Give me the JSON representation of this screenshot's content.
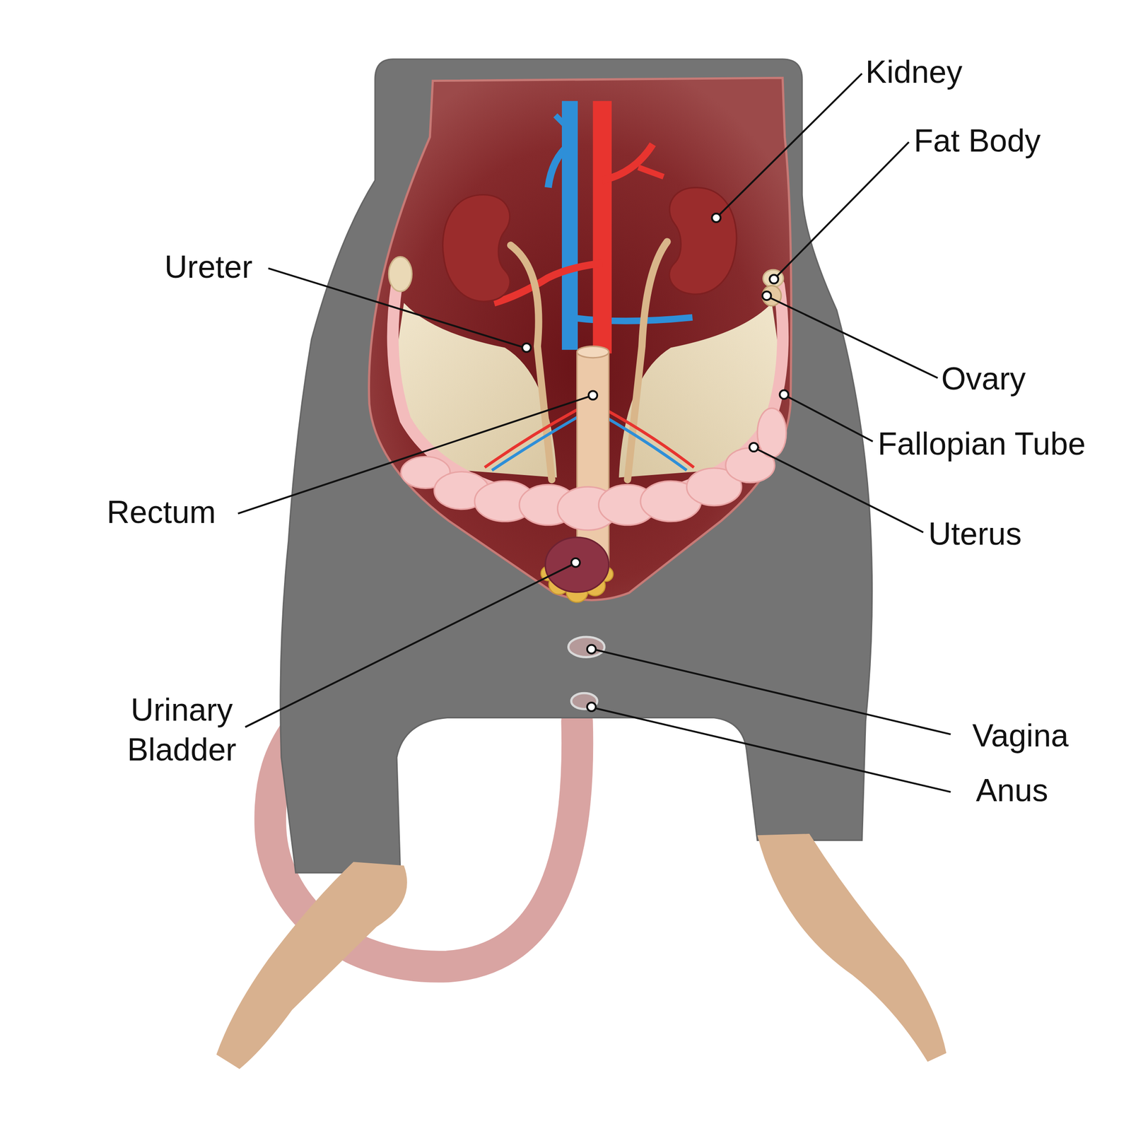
{
  "diagram": {
    "labels": [
      "Kidney",
      "Fat Body",
      "Ureter",
      "Ovary",
      "Fallopian Tube",
      "Rectum",
      "Uterus",
      "Urinary Bladder",
      "Vagina",
      "Anus"
    ]
  }
}
